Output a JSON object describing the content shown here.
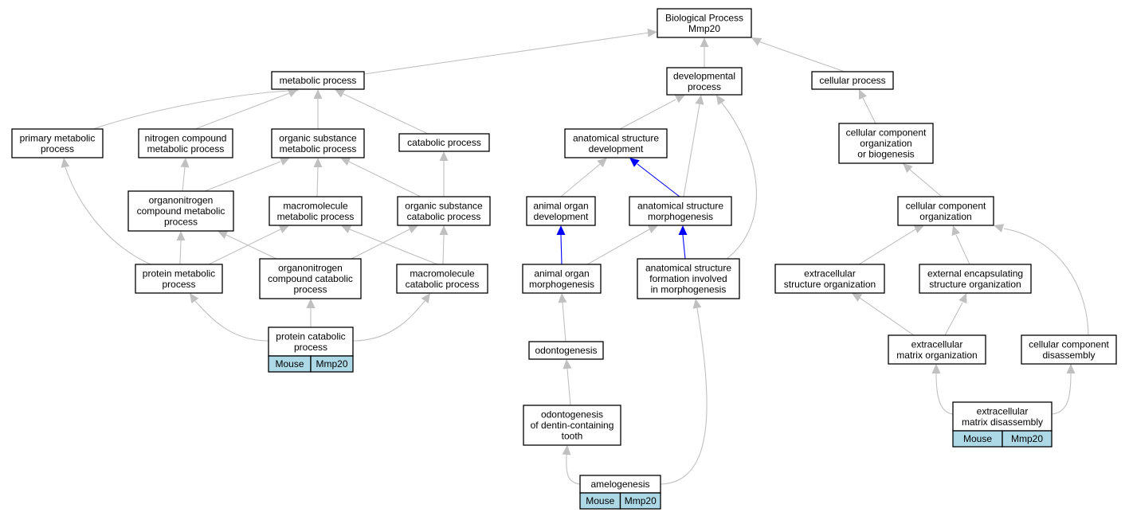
{
  "colors": {
    "edge": "#c0c0c0",
    "highlight": "#0000ff",
    "tag": "#add8e6"
  },
  "nodes": {
    "bp": {
      "lines": [
        "Biological Process",
        "Mmp20"
      ]
    },
    "metabolic": {
      "lines": [
        "metabolic process"
      ]
    },
    "developmental": {
      "lines": [
        "developmental",
        "process"
      ]
    },
    "cellular": {
      "lines": [
        "cellular process"
      ]
    },
    "primary": {
      "lines": [
        "primary metabolic",
        "process"
      ]
    },
    "nitrogen": {
      "lines": [
        "nitrogen compound",
        "metabolic process"
      ]
    },
    "organic_sub": {
      "lines": [
        "organic substance",
        "metabolic process"
      ]
    },
    "catabolic": {
      "lines": [
        "catabolic process"
      ]
    },
    "asd": {
      "lines": [
        "anatomical structure",
        "development"
      ]
    },
    "ccob": {
      "lines": [
        "cellular component",
        "organization",
        "or biogenesis"
      ]
    },
    "orgN_meta": {
      "lines": [
        "organonitrogen",
        "compound metabolic",
        "process"
      ]
    },
    "macro_meta": {
      "lines": [
        "macromolecule",
        "metabolic process"
      ]
    },
    "org_sub_cat": {
      "lines": [
        "organic substance",
        "catabolic process"
      ]
    },
    "aod": {
      "lines": [
        "animal organ",
        "development"
      ]
    },
    "asm": {
      "lines": [
        "anatomical structure",
        "morphogenesis"
      ]
    },
    "cco": {
      "lines": [
        "cellular component",
        "organization"
      ]
    },
    "prot_meta": {
      "lines": [
        "protein metabolic",
        "process"
      ]
    },
    "orgN_cat": {
      "lines": [
        "organonitrogen",
        "compound catabolic",
        "process"
      ]
    },
    "macro_cat": {
      "lines": [
        "macromolecule",
        "catabolic process"
      ]
    },
    "aom": {
      "lines": [
        "animal organ",
        "morphogenesis"
      ]
    },
    "asf": {
      "lines": [
        "anatomical structure",
        "formation involved",
        "in morphogenesis"
      ]
    },
    "eso": {
      "lines": [
        "extracellular",
        "structure organization"
      ]
    },
    "eeso": {
      "lines": [
        "external encapsulating",
        "structure organization"
      ]
    },
    "prot_cat": {
      "lines": [
        "protein catabolic",
        "process"
      ],
      "tags": [
        "Mouse",
        "Mmp20"
      ]
    },
    "odonto": {
      "lines": [
        "odontogenesis"
      ]
    },
    "emo": {
      "lines": [
        "extracellular",
        "matrix organization"
      ]
    },
    "ccd": {
      "lines": [
        "cellular component",
        "disassembly"
      ]
    },
    "odonto_dct": {
      "lines": [
        "odontogenesis",
        "of dentin-containing",
        "tooth"
      ]
    },
    "emd": {
      "lines": [
        "extracellular",
        "matrix disassembly"
      ],
      "tags": [
        "Mouse",
        "Mmp20"
      ]
    },
    "amelo": {
      "lines": [
        "amelogenesis"
      ],
      "tags": [
        "Mouse",
        "Mmp20"
      ]
    }
  }
}
